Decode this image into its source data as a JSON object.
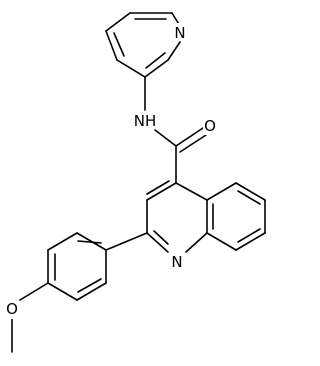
{
  "molecule": {
    "atoms": {
      "pyridine_n": "N",
      "amide_nh": "NH",
      "carbonyl_o": "O",
      "quinoline_n": "N",
      "methoxy_o": "O"
    }
  }
}
